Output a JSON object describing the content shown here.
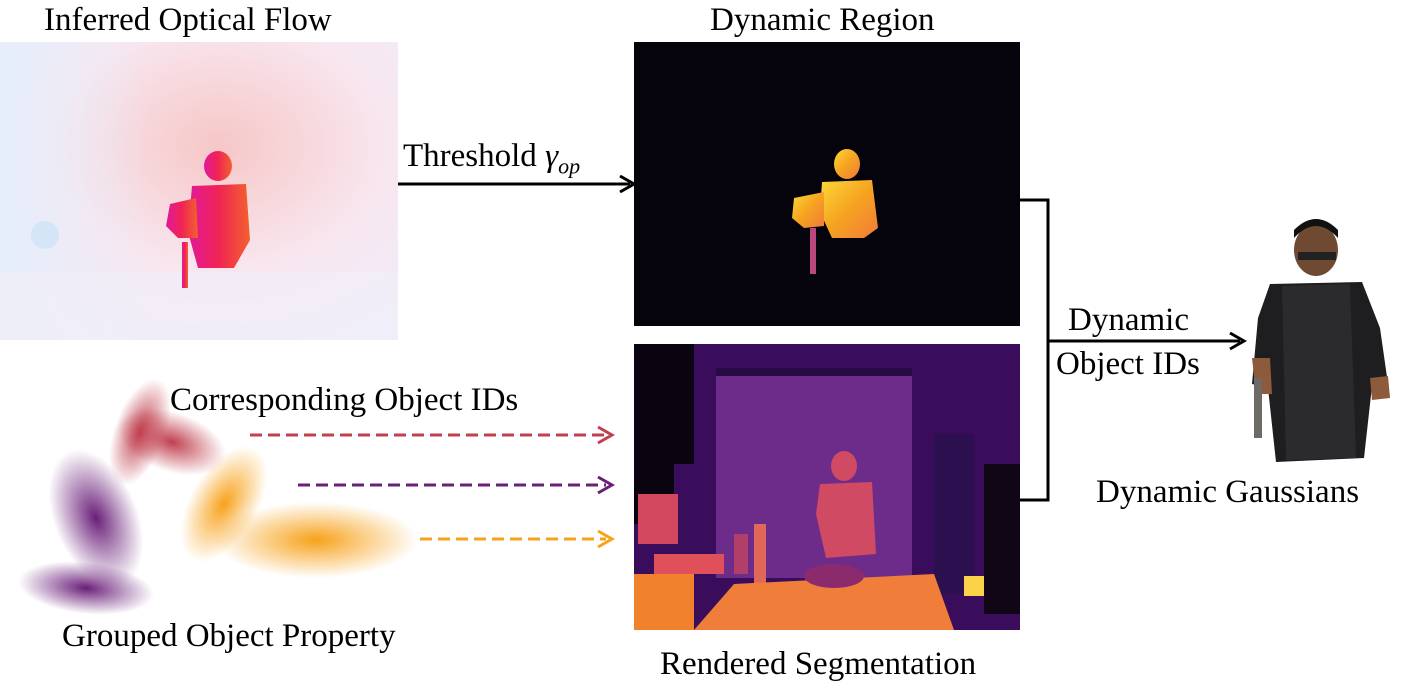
{
  "panels": {
    "optical_flow": {
      "title": "Inferred Optical Flow"
    },
    "dynamic_region": {
      "title": "Dynamic Region"
    },
    "rendered_segmentation": {
      "title": "Rendered Segmentation"
    },
    "grouped_property": {
      "title": "Grouped Object Property"
    },
    "dynamic_gaussians": {
      "title": "Dynamic Gaussians"
    }
  },
  "edges": {
    "threshold": {
      "label": "Threshold",
      "symbol": "γ",
      "subscript": "op"
    },
    "object_ids": {
      "label": "Corresponding Object IDs"
    },
    "dynamic_ids": {
      "line1": "Dynamic",
      "line2": "Object IDs"
    }
  },
  "colors": {
    "red_group": "#c0404f",
    "purple_group": "#6a1f79",
    "orange_group": "#f7a21b"
  }
}
